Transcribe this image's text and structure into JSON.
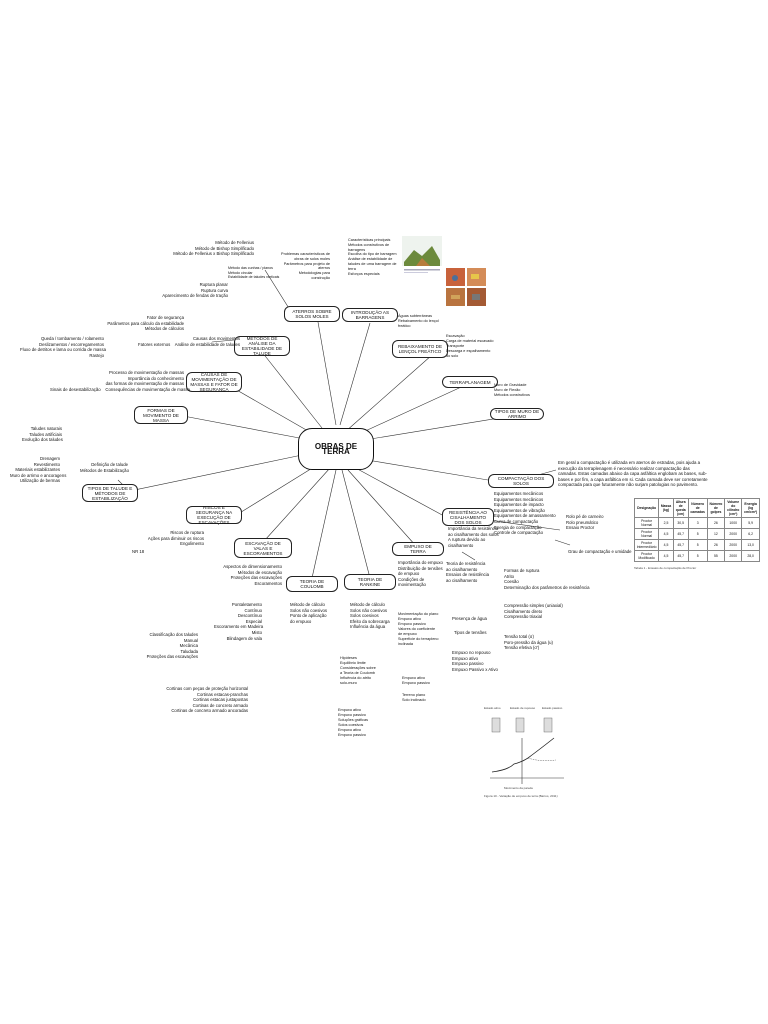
{
  "central": "OBRAS DE TERRA",
  "nodes": {
    "aterros": "ATERROS SOBRE SOLOS MOLES",
    "introducao": "INTRODUÇÃO AS BARRAGENS",
    "rebaixamento": "REBAIXAMENTO DE LENÇOL FREÁTICO",
    "terraplanagem": "TERRAPLANAGEM",
    "muro": "TIPOS DE MURO DE ARRIMO",
    "compactacao": "COMPACTAÇÃO DOS SOLOS",
    "resistencia": "RESISTÊNCIA AO CISALHAMENTO DOS SOLOS",
    "empuxo": "EMPUXO DE TERRA",
    "rankine": "TEORIA DE RANKINE",
    "coulomb": "TEORIA DE COULOMB",
    "escavacao": "ESCAVAÇÃO DE VALAS E ESCORAMENTOS",
    "riscos": "RISCOS E SEGURANÇA NA EXECUÇÃO DE ESCAVAÇÕES",
    "taludes": "TIPOS DE TALUDE E MÉTODOS DE ESTABILIZAÇÃO",
    "formas": "FORMAS DE MOVIMENTO DE MASSA",
    "causas": "CAUSAS DE MOVIMENTAÇÃO DE MASSAS E FATOR DE SEGURANÇA",
    "metodos": "MÉTODOS DE ANÁLISE DA ESTABILIDADE DE TALUDE"
  },
  "labels": {
    "metodos_fel": "Método de Fellenius\nMétodo de Bishop Simplificado\nMétodo de Fellenius x Bishop Simplificado",
    "metodos_circ": "Método das cunhas / planos\nMétodo circular\nEstabilidade de taludes verticais",
    "ruptura": "Ruptura planar\nRuptura curva\nAparecimento de fendas de tração",
    "fator": "Fator de segurança\nParâmetros para cálculo da estabilidade\nMétodos de cálculos",
    "causas_lbl": "Causas dos movimentos\nFatores externos    Análise de estabilidade de taludes",
    "queda": "Queda / tombamento / rolamento\nDeslizamentos / escorregamentos\nFluxo de detritos e lama ou corrida de massa\nRastejo",
    "processo": "Processo de movimentação de massas\nImportância do conhecimento\ndas formas de movimentação de massas\nSinais de desestabilização    Consequências de movimentação de massa",
    "taludes_top": "Taludes naturais\nTaludes artificiais\nEvolução dos taludes",
    "drenagem": "Drenagem\nRevestimento\nMateriais estabilizantes\nMuro de arrimo e ancoragens\nUtilização de bermas",
    "definicao": "Definição de talude\nMétodos de Estabilização",
    "riscos_lbl": "Riscos de ruptura\nAções para diminuir os riscos\nEngolimento",
    "nr": "NR 18",
    "aterros_lbl": "Problemas característicos de\nobras de solos moles\nParâmetros para projeto de\naterros\nMetodologias para\nconstrução",
    "barragens_lbl": "Características principais\nMétodos construtivos de\nbarragens\nEscolha do tipo de barragem\nAnálise de estabilidade de\ntaludes de uma barragem de\nterra\nEsforços especiais",
    "aguas": "Águas subterrâneas\nRebaixamento do lençol\nfreático",
    "escavacao_lbl": "Escavação\nCarga de material escavado\nTransporte\nDescarga e espalhamento\ndo solo",
    "muro_lbl": "Muro de Gravidade\nMuro de Flexão\nMétodos construtivos",
    "compactacao_par": "Em geral a compactação é utilizada em aterros de estradas, pois ajuda a execução da terraplenagem é necessário realizar compactação das camadas. Estas camadas abaixo da capa asfáltica englobam as bases, sub-bases e por fim, a capa asfáltica em si. Cada camada deve ser corretamente compactada para que futuramente não surjam patologias no pavimento.",
    "equip": "Equipamentos mecânicos\nEquipamentos mecânicos\nEquipamentos de impacto\nEquipamentos de vibração\nEquipamentos de amassamento\nCurva de compactação\nEnergia de compactação\nControle de compactação",
    "rolo": "Rolo pé de carneiro\nRolo pneumático\nEnsaio Proctor",
    "grau": "Grau de compactação e umidade",
    "resist_lbl": "Importância da resistência\nao cisalhamento dos solos\nA ruptura devido ao\ncisalhamento",
    "formas_rupt": "Formas de ruptura\nAtrito\nCoesão\nDeterminação dos parâmetros de resistência",
    "teoria_mc": "Teoria de resistência\nao cisalhamento\nEnsaios de resistência\nao cisalhamento",
    "compressao": "Compressão simples (uniaxial)\nCisalhamento direto\nCompressão triaxial",
    "presenca": "Presença de água",
    "tipos_tensoes": "Tipos de tensões",
    "tensao": "Tensão total (σ)\nPoro-pressão da água (u)\nTensão efetiva (σ')",
    "empuxo_lbl": "Importância do empuxo\nDistribuição de tensões\nde empuxo\nCondições de\nmovimentação",
    "empuxo_rep": "Empuxo no repouso\nEmpuxo ativo\nEmpuxo passivo\nEmpuxo Passivo x Ativo",
    "rankine_lbl": "Método de cálculo\nSolos não coesivos\nSolos coesivos\nEfeito da sobrecarga\nInfluência da água",
    "rankine_r": "Movimentação do plano\nEmpuxo ativo\nEmpuxo passivo\nValores do coeficiente\nde empuxo\nSuperfície do terrapleno\ninclinada",
    "rankine_r2": "Empuxo ativo\nEmpuxo passivo",
    "rankine_r3": "Terreno plano\nSolo inclinado",
    "coulomb_lbl": "Método de cálculo\nSolos não coesivos\nPonto de aplicação\ndo empuxo",
    "coulomb_b": "Hipóteses\nEquilíbrio limite\nConsiderações sobre\na Teoria de Coulomb\nInfluência do atrito\nsolo-muro",
    "coulomb_b2": "Empuxo ativo\nEmpuxo passivo\nSoluções gráficas\nSolos coesivos\nEmpuxo ativo\nEmpuxo passivo",
    "escavacao_esq": "Aspectos de dimensionamento\nMétodos de escavação\nProteções das escavações\nEscoramentos",
    "pontaletamento": "Pontaletamento\nContínuo\nDescontínuo\nEspecial\nEscoramento em Madeira\nMisto\nBlindagem de vala",
    "classificacao": "Classificação dos taludes\nManual\nMecânica\nTaludada\nProteções das escavações",
    "cortinas": "Cortinas com peças de proteção horizontal\nCortinas estacas-pranchas\nCortinas estacas justapostas\nCortinas de concreto armado\nCortinas de concreto armado ancoradas",
    "table_caption": "Tabela 1 - Ensaios de compactação de Proctor",
    "figure_caption": "Figura 10 - Variação de empuxo de terra (Barros, 2011)",
    "fig_labels": [
      "Estado ativo",
      "Estado de repouso",
      "Estado passivo"
    ],
    "fig_axis": "Movimento da parede"
  },
  "table": {
    "headers": [
      "Designação",
      "Massa (kg)",
      "Altura de queda (cm)",
      "Número de camadas",
      "Número de golpes",
      "Volume do cilindro (cm³)",
      "Energia (kg cm/cm³)"
    ],
    "rows": [
      [
        "Proctor Normal",
        "2,5",
        "30,5",
        "3",
        "26",
        "1000",
        "5,9"
      ],
      [
        "Proctor Normal",
        "4,5",
        "45,7",
        "5",
        "12",
        "2000",
        "6,2"
      ],
      [
        "Proctor Intermediário",
        "4,5",
        "45,7",
        "5",
        "26",
        "2000",
        "13,0"
      ],
      [
        "Proctor Modificado",
        "4,5",
        "45,7",
        "5",
        "55",
        "2000",
        "28,0"
      ]
    ]
  }
}
